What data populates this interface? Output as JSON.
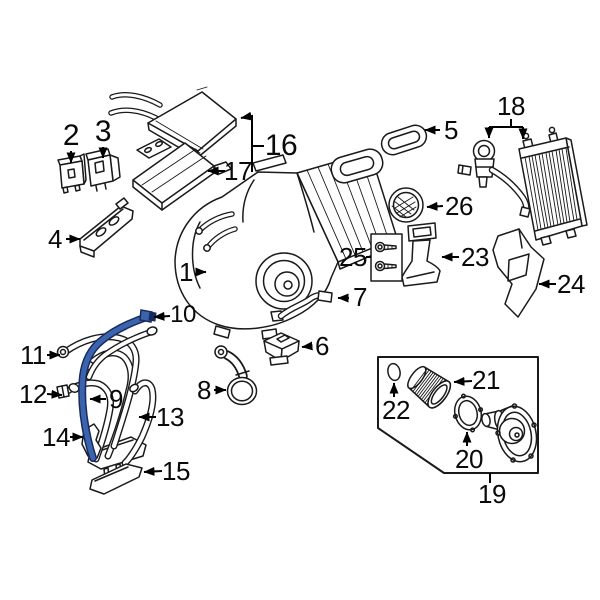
{
  "diagram": {
    "background": "#ffffff",
    "line_color": "#1a1a1a",
    "highlight_fill": "#3a64ae",
    "highlight_stroke": "#1b2a5e",
    "callouts": {
      "c1": {
        "label": "1"
      },
      "c2": {
        "label": "2"
      },
      "c3": {
        "label": "3"
      },
      "c4": {
        "label": "4"
      },
      "c5": {
        "label": "5"
      },
      "c6": {
        "label": "6"
      },
      "c7": {
        "label": "7"
      },
      "c8": {
        "label": "8"
      },
      "c9": {
        "label": "9"
      },
      "c10": {
        "label": "10"
      },
      "c11": {
        "label": "11"
      },
      "c12": {
        "label": "12"
      },
      "c13": {
        "label": "13"
      },
      "c14": {
        "label": "14"
      },
      "c15": {
        "label": "15"
      },
      "c16": {
        "label": "16"
      },
      "c17": {
        "label": "17"
      },
      "c18": {
        "label": "18"
      },
      "c19": {
        "label": "19"
      },
      "c20": {
        "label": "20"
      },
      "c21": {
        "label": "21"
      },
      "c22": {
        "label": "22"
      },
      "c23": {
        "label": "23"
      },
      "c24": {
        "label": "24"
      },
      "c25": {
        "label": "25"
      },
      "c26": {
        "label": "26"
      }
    }
  }
}
